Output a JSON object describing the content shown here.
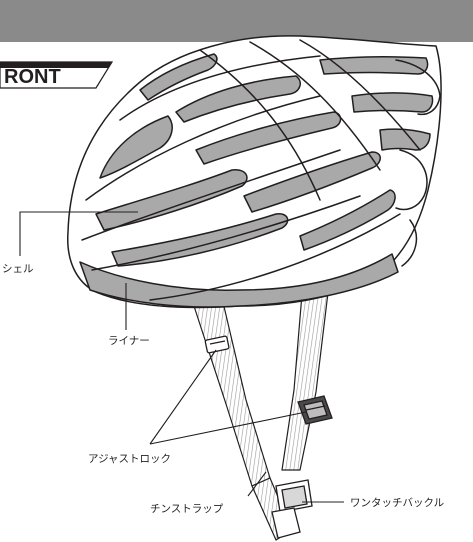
{
  "header": {
    "title": "RONT",
    "bar_color": "#8a8a8a"
  },
  "labels": {
    "shell": "シェル",
    "liner": "ライナー",
    "adjust_lock": "アジャストロック",
    "chin_strap": "チンストラップ",
    "one_touch_buckle": "ワンタッチバックル"
  },
  "colors": {
    "line": "#231f20",
    "shell": "#ffffff",
    "vent": "#a9a9a9",
    "strap": "#cfcfcf"
  }
}
